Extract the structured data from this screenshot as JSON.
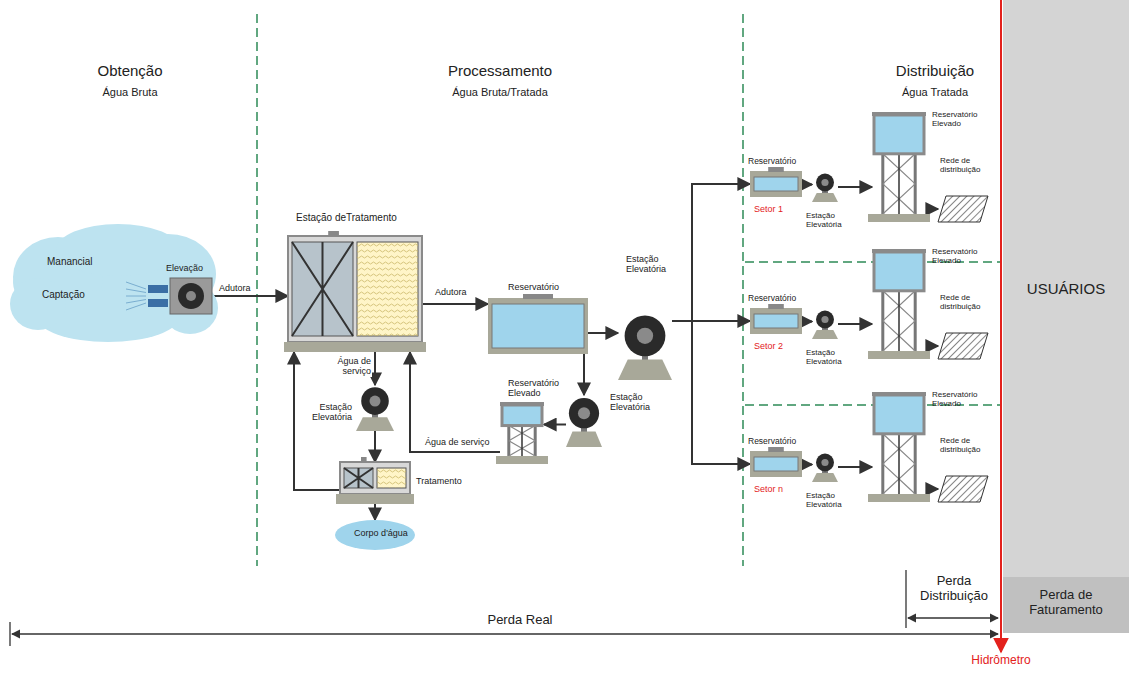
{
  "diagram": {
    "nodes": [
      {
        "text": [
          "Manancial",
          "Captação"
        ]
      },
      {
        "text": [
          "Elevação"
        ]
      },
      {
        "text": [
          "Estação deTratamento"
        ]
      },
      {
        "text": [
          "Reservatório"
        ]
      },
      {
        "text": [
          "Estação Elevatória"
        ]
      },
      {
        "text": [
          "Reservatório Elevado"
        ]
      },
      {
        "text": [
          "Estação Elevatória"
        ]
      },
      {
        "text": [
          "Estação Elevatória"
        ]
      },
      {
        "text": [
          "Tratamento"
        ]
      },
      {
        "text": [
          "Corpo d'água"
        ]
      },
      {
        "text": [
          "Reservatório",
          "Setor 1"
        ]
      },
      {
        "text": [
          "Estação Elevatória"
        ]
      },
      {
        "text": [
          "Reservatório Elevado"
        ]
      },
      {
        "text": [
          "Rede de distribuição"
        ]
      },
      {
        "text": [
          "Reservatório",
          "Setor 2"
        ]
      },
      {
        "text": [
          "Estação Elevatória"
        ]
      },
      {
        "text": [
          "Reservatório Elevado"
        ]
      },
      {
        "text": [
          "Rede de distribuição"
        ]
      },
      {
        "text": [
          "Reservatório",
          "Setor n"
        ]
      },
      {
        "text": [
          "Estação Elevatória"
        ]
      },
      {
        "text": [
          "Reservatório Elevado"
        ]
      },
      {
        "text": [
          "Rede de distribuição"
        ]
      },
      {
        "text": [
          "USUÁRIOS"
        ]
      },
      {
        "text": [
          "Perda de Faturamento"
        ]
      }
    ],
    "edges": [
      {
        "from": 1,
        "to": 2,
        "label": "Adutora",
        "arrow": "to"
      },
      {
        "from": 2,
        "to": 3,
        "label": "Adutora",
        "arrow": "to"
      },
      {
        "from": 3,
        "to": 4,
        "arrow": "to"
      },
      {
        "from": 3,
        "to": 6,
        "arrow": "to"
      },
      {
        "from": 6,
        "to": 5,
        "arrow": "to"
      },
      {
        "from": 5,
        "to": 2,
        "label": "Água de serviço",
        "arrow": "to"
      },
      {
        "from": 2,
        "to": 7,
        "label": "Água de serviço",
        "arrow": "to"
      },
      {
        "from": 7,
        "to": 8,
        "arrow": "to"
      },
      {
        "from": 8,
        "to": 9,
        "arrow": "to"
      },
      {
        "from": 8,
        "to": 2,
        "arrow": "to"
      },
      {
        "from": 4,
        "to": 10,
        "arrow": "to"
      },
      {
        "from": 4,
        "to": 14,
        "arrow": "to"
      },
      {
        "from": 4,
        "to": 18,
        "arrow": "to"
      },
      {
        "from": 10,
        "to": 11,
        "arrow": "to"
      },
      {
        "from": 11,
        "to": 12,
        "arrow": "to"
      },
      {
        "from": 12,
        "to": 13,
        "arrow": "to"
      },
      {
        "from": 14,
        "to": 15,
        "arrow": "to"
      },
      {
        "from": 15,
        "to": 16,
        "arrow": "to"
      },
      {
        "from": 16,
        "to": 17,
        "arrow": "to"
      },
      {
        "from": 18,
        "to": 19,
        "arrow": "to"
      },
      {
        "from": 19,
        "to": 20,
        "arrow": "to"
      },
      {
        "from": 20,
        "to": 21,
        "arrow": "to"
      }
    ],
    "labels": [
      "Obtenção",
      "Água Bruta",
      "Processamento",
      "Água Bruta/Tratada",
      "Distribuição",
      "Água Tratada",
      "Perda Distribuição",
      "Perda Real",
      "Hidrômetro"
    ]
  }
}
